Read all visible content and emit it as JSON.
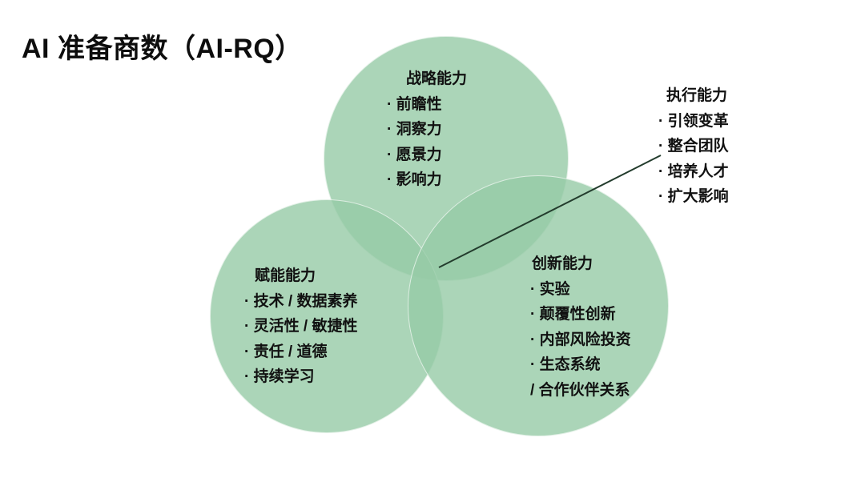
{
  "title": "AI 准备商数（AI-RQ）",
  "colors": {
    "circle_fill": "#96cba6",
    "circle_fill_opacity": "0.8",
    "circle_edge": "#ffffff",
    "connector_line": "#233c2d",
    "text": "#111111",
    "background": "#ffffff"
  },
  "groups": {
    "strategy": {
      "heading": "战略能力",
      "items": [
        "· 前瞻性",
        "· 洞察力",
        "· 愿景力",
        "· 影响力"
      ]
    },
    "execution": {
      "heading": "执行能力",
      "items": [
        "· 引领变革",
        "· 整合团队",
        "· 培养人才",
        "· 扩大影响"
      ]
    },
    "empowerment": {
      "heading": "赋能能力",
      "items": [
        "· 技术 / 数据素养",
        "· 灵活性 / 敏捷性",
        "· 责任 / 道德",
        "· 持续学习"
      ]
    },
    "innovation": {
      "heading": "创新能力",
      "items": [
        "· 实验",
        "· 颠覆性创新",
        "· 内部风险投资",
        "· 生态系统",
        "/ 合作伙伴关系"
      ]
    }
  }
}
